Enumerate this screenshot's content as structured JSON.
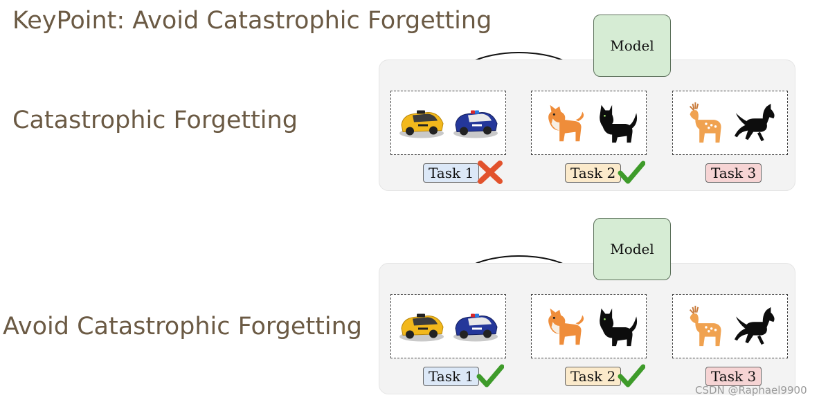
{
  "slide": {
    "title": "KeyPoint: Avoid Catastrophic Forgetting",
    "text_color": "#6b5a44"
  },
  "rows": [
    {
      "label": "Catastrophic Forgetting",
      "model_label": "Model",
      "tasks": [
        {
          "label": "Task 1",
          "color": "#dce8f7",
          "images": [
            "taxi-car",
            "police-car"
          ],
          "status": "cross-icon"
        },
        {
          "label": "Task 2",
          "color": "#fbeacb",
          "images": [
            "shiba-dog",
            "black-cat"
          ],
          "status": "check-icon"
        },
        {
          "label": "Task 3",
          "color": "#f6d4d4",
          "images": [
            "spotted-deer",
            "black-horse"
          ],
          "status": ""
        }
      ]
    },
    {
      "label": "Avoid Catastrophic Forgetting",
      "model_label": "Model",
      "tasks": [
        {
          "label": "Task 1",
          "color": "#dce8f7",
          "images": [
            "taxi-car",
            "police-car"
          ],
          "status": "check-icon"
        },
        {
          "label": "Task 2",
          "color": "#fbeacb",
          "images": [
            "shiba-dog",
            "black-cat"
          ],
          "status": "check-icon"
        },
        {
          "label": "Task 3",
          "color": "#f6d4d4",
          "images": [
            "spotted-deer",
            "black-horse"
          ],
          "status": ""
        }
      ]
    }
  ],
  "model_color": "#d6ecd4",
  "watermark": "CSDN @Raphael9900"
}
